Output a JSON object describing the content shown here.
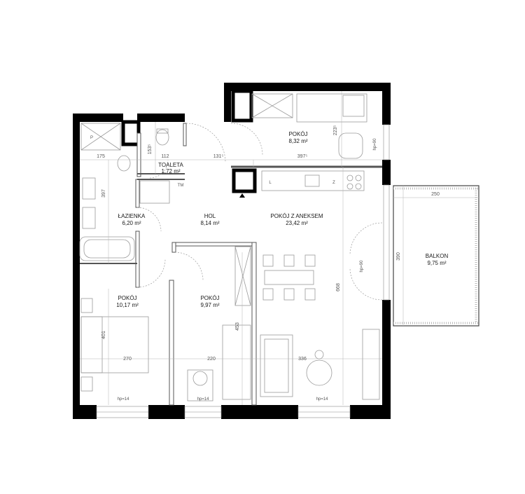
{
  "rooms": [
    {
      "id": "pokoj-1",
      "name": "POKÓJ",
      "area": "8,32 m²"
    },
    {
      "id": "toaleta",
      "name": "TOALETA",
      "area": "1,72 m²"
    },
    {
      "id": "lazienka",
      "name": "ŁAZIENKA",
      "area": "6,20 m²"
    },
    {
      "id": "hol",
      "name": "HOL",
      "area": "8,14 m²"
    },
    {
      "id": "pokoj-z-aneksem",
      "name": "POKÓJ Z ANEKSEM",
      "area": "23,42 m²"
    },
    {
      "id": "balkon",
      "name": "BALKON",
      "area": "9,75 m²"
    },
    {
      "id": "pokoj-2",
      "name": "POKÓJ",
      "area": "10,17 m²"
    },
    {
      "id": "pokoj-3",
      "name": "POKÓJ",
      "area": "9,97 m²"
    }
  ],
  "dimensions": {
    "d175": "175",
    "d112": "112",
    "d131": "131⁵",
    "d3975": "397⁵",
    "d153": "153⁵",
    "d2235": "223⁵",
    "d397": "397",
    "d250": "250",
    "d390": "390",
    "d668": "668",
    "d401": "401",
    "d453": "453",
    "d270": "270",
    "d220": "220",
    "d336": "336"
  },
  "notes": {
    "hp14a": "hp=14",
    "hp14b": "hp=14",
    "hp14c": "hp=14",
    "hp90a": "hp=90",
    "hp90b": "hp=90",
    "p": "P",
    "l": "L",
    "z": "Z",
    "tm": "TM"
  }
}
